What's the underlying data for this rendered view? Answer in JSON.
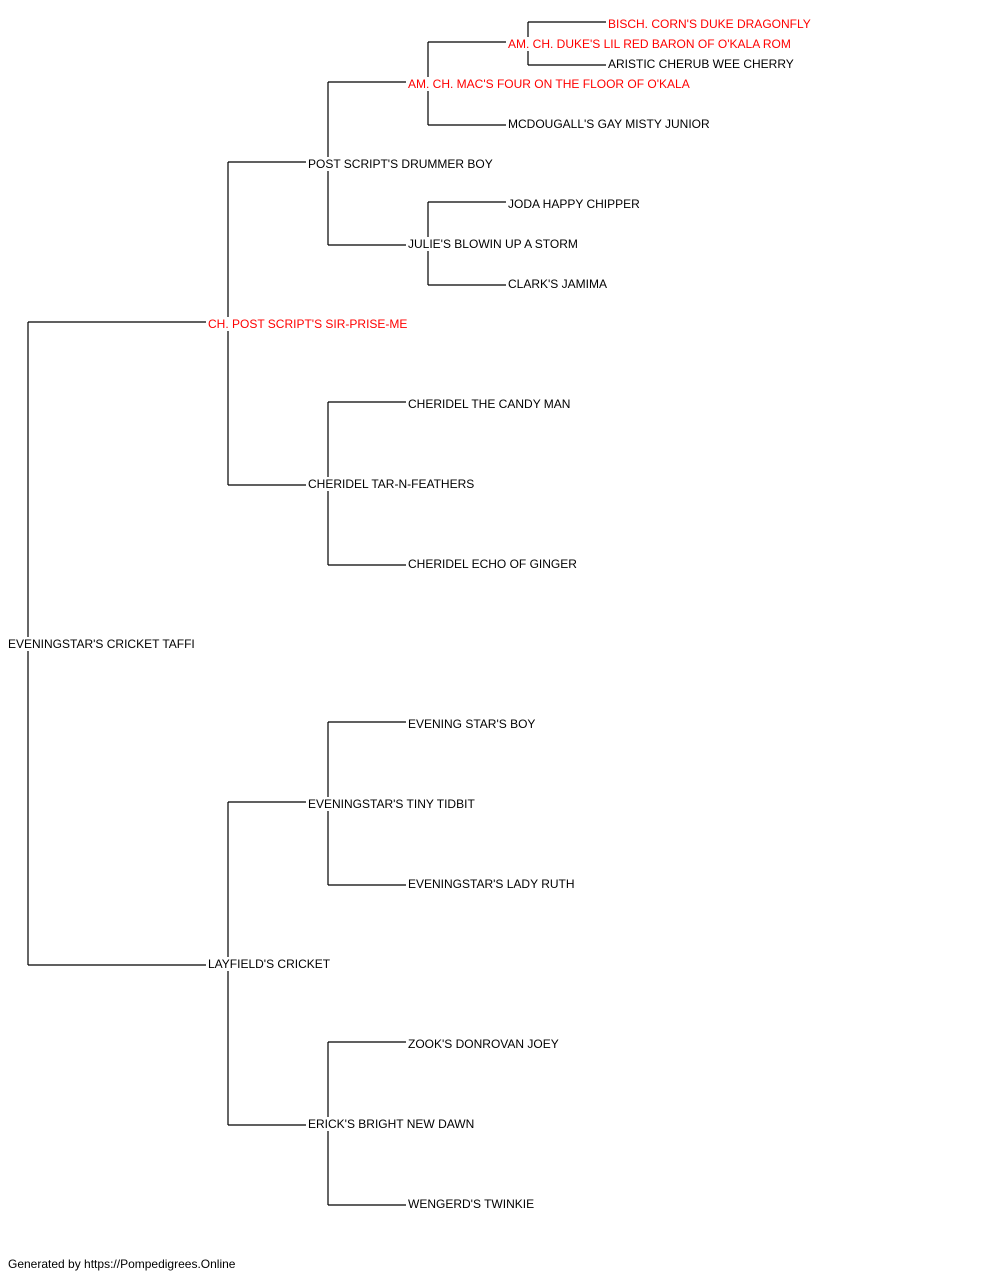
{
  "colors": {
    "highlight": "#ff0000",
    "text": "#000000",
    "line": "#000000"
  },
  "footer": "Generated by https://Pompedigrees.Online",
  "pedigree": {
    "name": "EVENINGSTAR'S CRICKET TAFFI",
    "highlight": false,
    "sire": {
      "name": "CH. POST SCRIPT'S SIR-PRISE-ME",
      "highlight": true,
      "sire": {
        "name": "POST SCRIPT'S DRUMMER BOY",
        "highlight": false,
        "sire": {
          "name": "AM. CH. MAC'S FOUR ON THE FLOOR OF O'KALA",
          "highlight": true,
          "sire": {
            "name": "AM. CH. DUKE'S LIL RED BARON OF O'KALA ROM",
            "highlight": true,
            "sire": {
              "name": "BISCH. CORN'S DUKE DRAGONFLY",
              "highlight": true
            },
            "dam": {
              "name": "ARISTIC CHERUB WEE CHERRY",
              "highlight": false
            }
          },
          "dam": {
            "name": "MCDOUGALL'S GAY MISTY JUNIOR",
            "highlight": false
          }
        },
        "dam": {
          "name": "JULIE'S BLOWIN UP A STORM",
          "highlight": false,
          "sire": {
            "name": "JODA HAPPY CHIPPER",
            "highlight": false
          },
          "dam": {
            "name": "CLARK'S JAMIMA",
            "highlight": false
          }
        }
      },
      "dam": {
        "name": "CHERIDEL TAR-N-FEATHERS",
        "highlight": false,
        "sire": {
          "name": "CHERIDEL THE CANDY MAN",
          "highlight": false
        },
        "dam": {
          "name": "CHERIDEL ECHO OF GINGER",
          "highlight": false
        }
      }
    },
    "dam": {
      "name": "LAYFIELD'S CRICKET",
      "highlight": false,
      "sire": {
        "name": "EVENINGSTAR'S TINY TIDBIT",
        "highlight": false,
        "sire": {
          "name": "EVENING STAR'S BOY",
          "highlight": false
        },
        "dam": {
          "name": "EVENINGSTAR'S LADY RUTH",
          "highlight": false
        }
      },
      "dam": {
        "name": "ERICK'S BRIGHT NEW DAWN",
        "highlight": false,
        "sire": {
          "name": "ZOOK'S DONROVAN JOEY",
          "highlight": false
        },
        "dam": {
          "name": "WENGERD'S TWINKIE",
          "highlight": false
        }
      }
    }
  }
}
